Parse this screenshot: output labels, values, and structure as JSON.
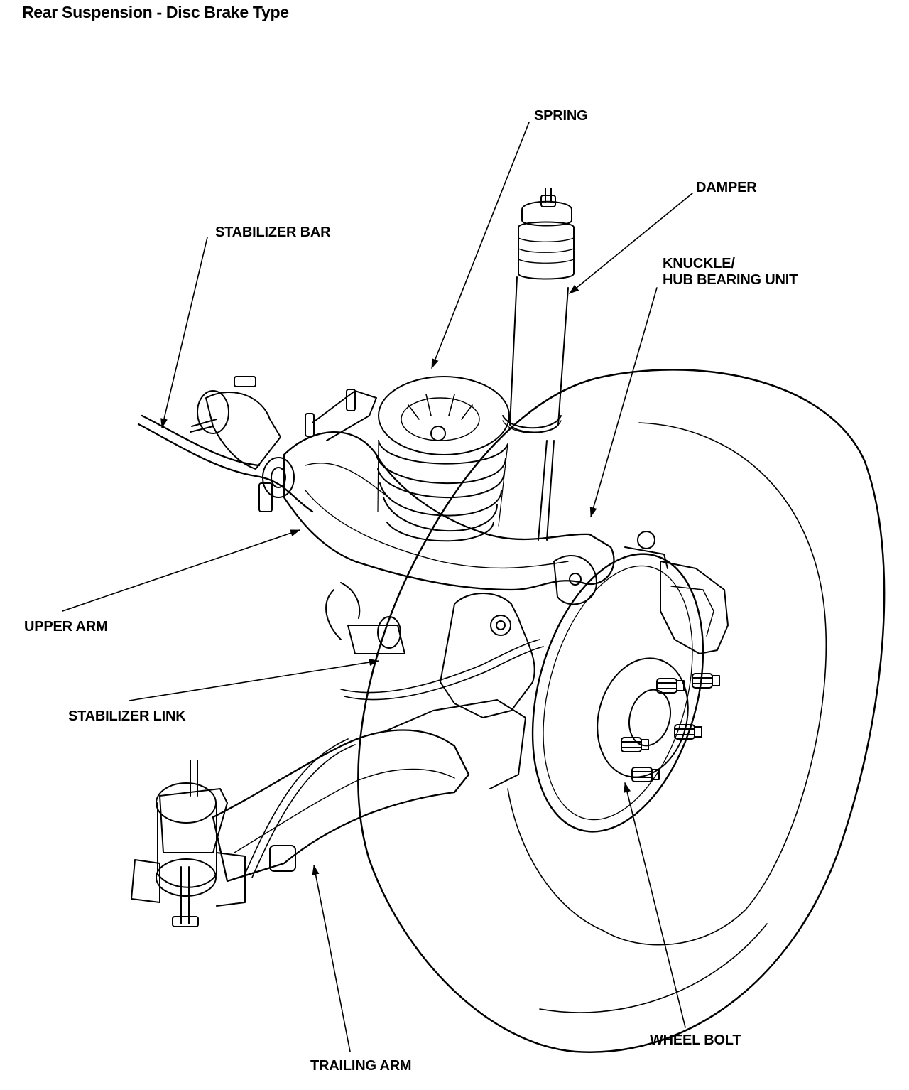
{
  "title": "Rear Suspension - Disc Brake Type",
  "labels": {
    "spring": "SPRING",
    "damper": "DAMPER",
    "stabilizer_bar": "STABILIZER BAR",
    "knuckle_line1": "KNUCKLE/",
    "knuckle_line2": "HUB BEARING UNIT",
    "upper_arm": "UPPER ARM",
    "stabilizer_link": "STABILIZER LINK",
    "wheel_bolt": "WHEEL BOLT",
    "trailing_arm": "TRAILING ARM"
  },
  "colors": {
    "ink": "#000000",
    "paper": "#ffffff"
  }
}
